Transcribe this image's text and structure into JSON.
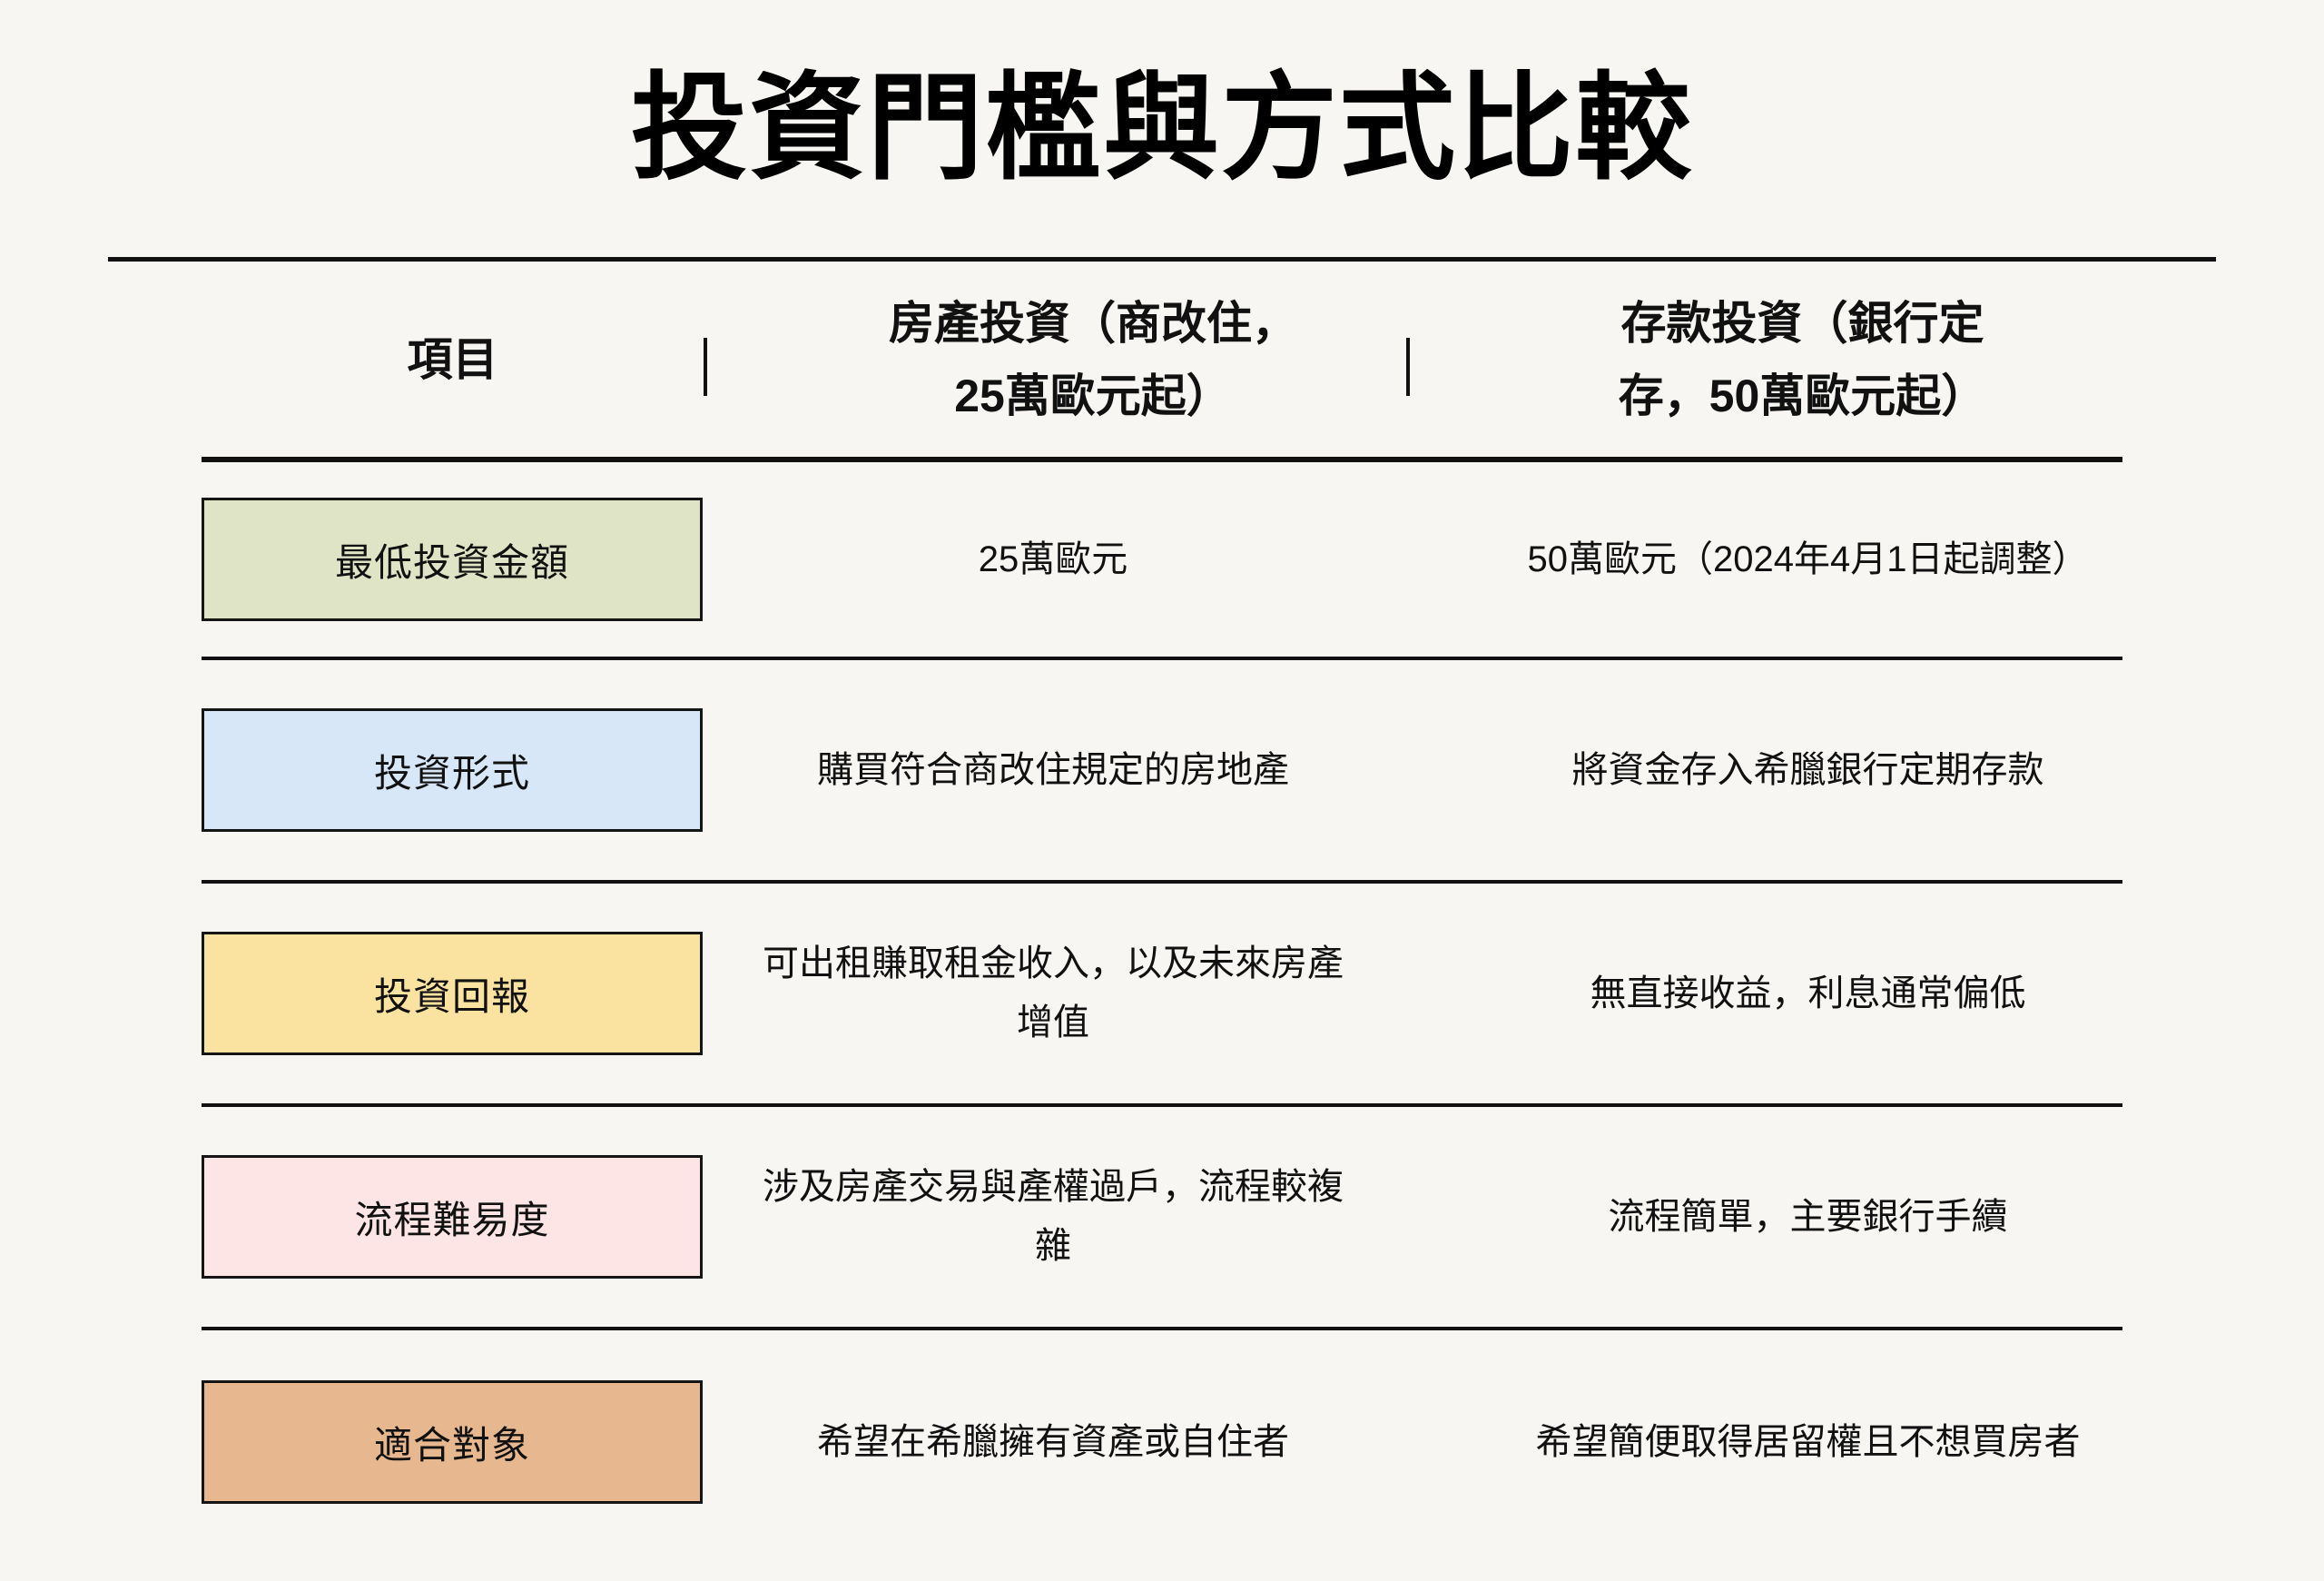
{
  "page": {
    "title": "投資門檻與方式比較",
    "background": "#f7f6f3"
  },
  "colors": {
    "line": "#111111",
    "text": "#111111",
    "row_label_backgrounds": [
      "#dfe4c6",
      "#d7e7f8",
      "#fae3a1",
      "#fce5e4",
      "#e7b88f"
    ]
  },
  "table": {
    "header": {
      "col1": "項目",
      "col2": "房產投資（商改住，\n25萬歐元起）",
      "col3": "存款投資（銀行定\n存，50萬歐元起）"
    },
    "rows": [
      {
        "label": "最低投資金額",
        "label_bg": "#dfe4c6",
        "col2": "25萬歐元",
        "col3": "50萬歐元（2024年4月1日起調整）"
      },
      {
        "label": "投資形式",
        "label_bg": "#d7e7f8",
        "col2": "購買符合商改住規定的房地產",
        "col3": "將資金存入希臘銀行定期存款"
      },
      {
        "label": "投資回報",
        "label_bg": "#fae3a1",
        "col2": "可出租賺取租金收入，以及未來房產\n增值",
        "col3": "無直接收益，利息通常偏低"
      },
      {
        "label": "流程難易度",
        "label_bg": "#fce5e4",
        "col2": "涉及房產交易與產權過戶，流程較複\n雜",
        "col3": "流程簡單，主要銀行手續"
      },
      {
        "label": "適合對象",
        "label_bg": "#e7b88f",
        "col2": "希望在希臘擁有資產或自住者",
        "col3": "希望簡便取得居留權且不想買房者"
      }
    ]
  }
}
